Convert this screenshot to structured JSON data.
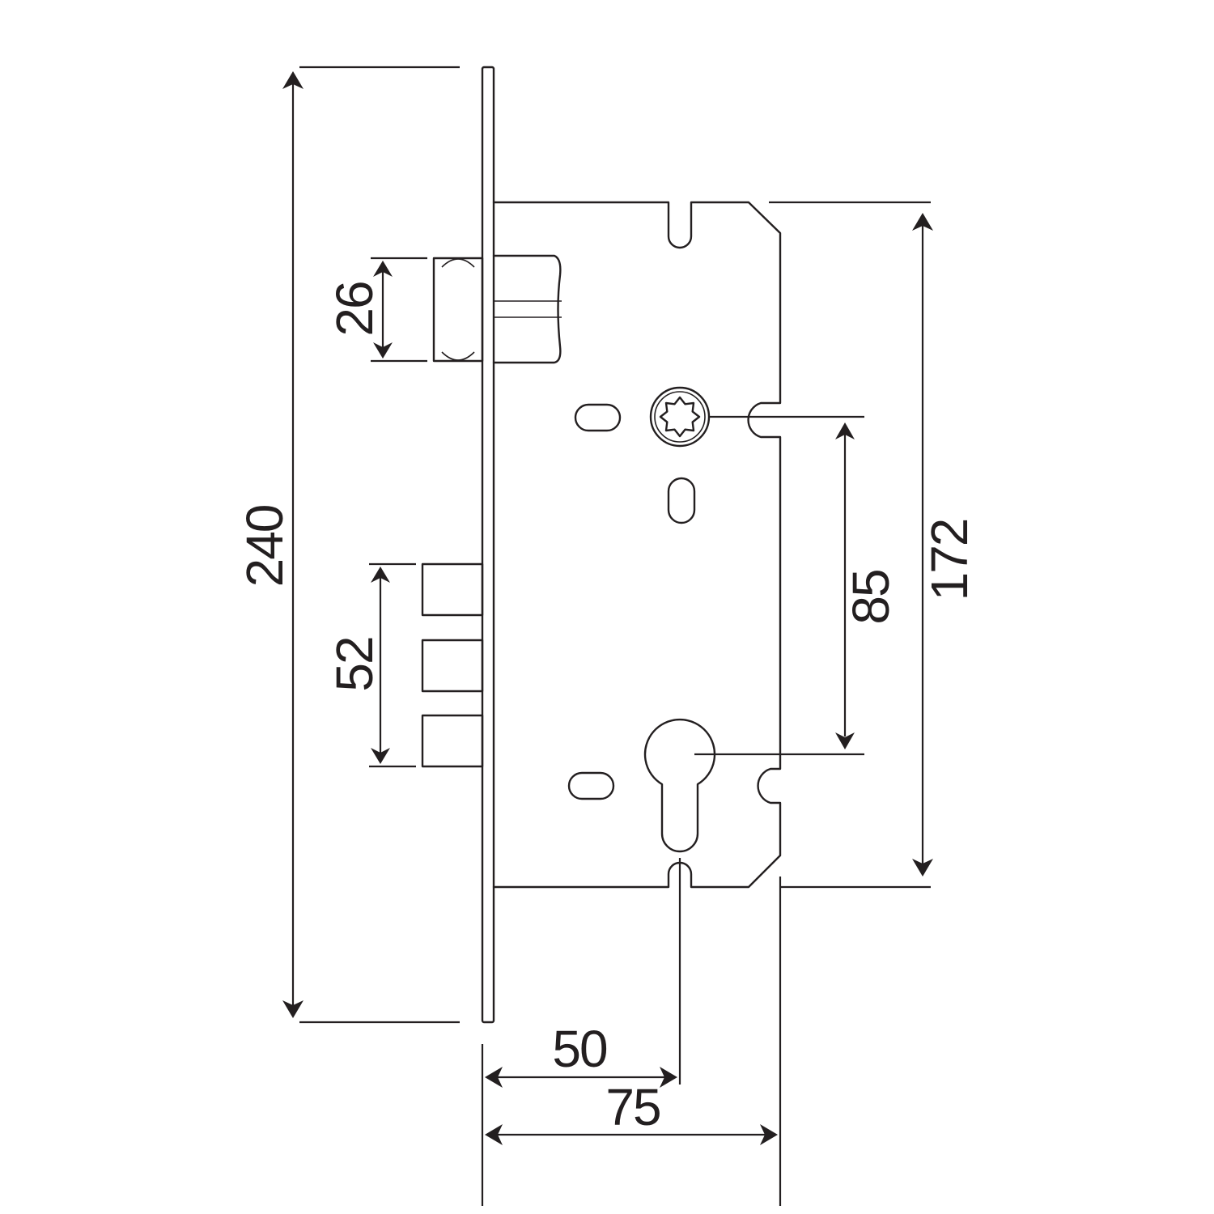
{
  "drawing": {
    "subject": "mortise lock body with faceplate, latch bolt, deadbolt, spindle hole and euro profile cylinder cutout",
    "colors": {
      "line": "#231f20",
      "background": "#ffffff"
    },
    "dimensions": {
      "faceplate_height": "240",
      "latch_height": "26",
      "deadbolt_span": "52",
      "center_distance": "85",
      "case_height": "172",
      "backset": "50",
      "case_depth": "75"
    }
  }
}
